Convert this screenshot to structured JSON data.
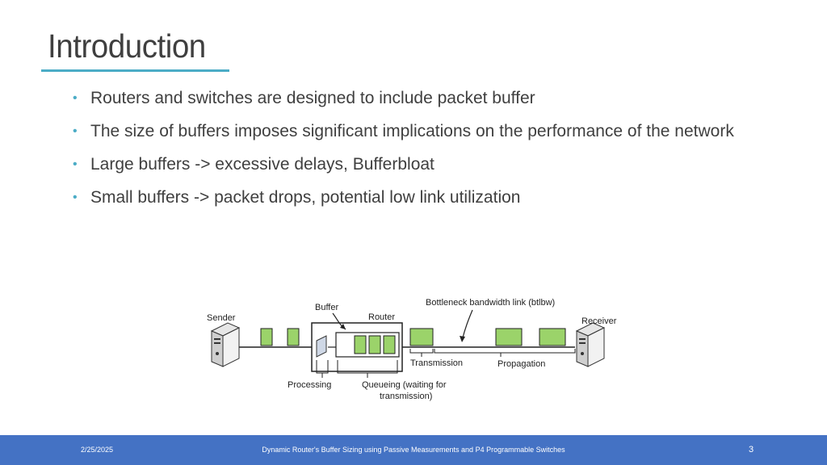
{
  "slide": {
    "title": "Introduction",
    "bullets": [
      "Routers and switches are designed to include packet buffer",
      "The size of buffers imposes significant implications on the performance of the network",
      "Large buffers -> excessive delays, Bufferbloat",
      "Small buffers -> packet drops, potential low link utilization"
    ],
    "bullet_symbol": "•"
  },
  "diagram": {
    "sender": "Sender",
    "buffer": "Buffer",
    "router": "Router",
    "bottleneck": "Bottleneck bandwidth link (btlbw)",
    "receiver": "Receiver",
    "transmission": "Transmission",
    "propagation": "Propagation",
    "processing": "Processing",
    "queueing_line1": "Queueing (waiting for",
    "queueing_line2": "transmission)",
    "packet_color": "#9bd36a",
    "packet_border": "#222222"
  },
  "footer": {
    "date": "2/25/2025",
    "title": "Dynamic Router's Buffer Sizing using Passive Measurements and P4 Programmable Switches",
    "page": "3"
  },
  "colors": {
    "accent": "#4bacc6",
    "footer_bg": "#4472c4",
    "text": "#3f3f3f"
  }
}
